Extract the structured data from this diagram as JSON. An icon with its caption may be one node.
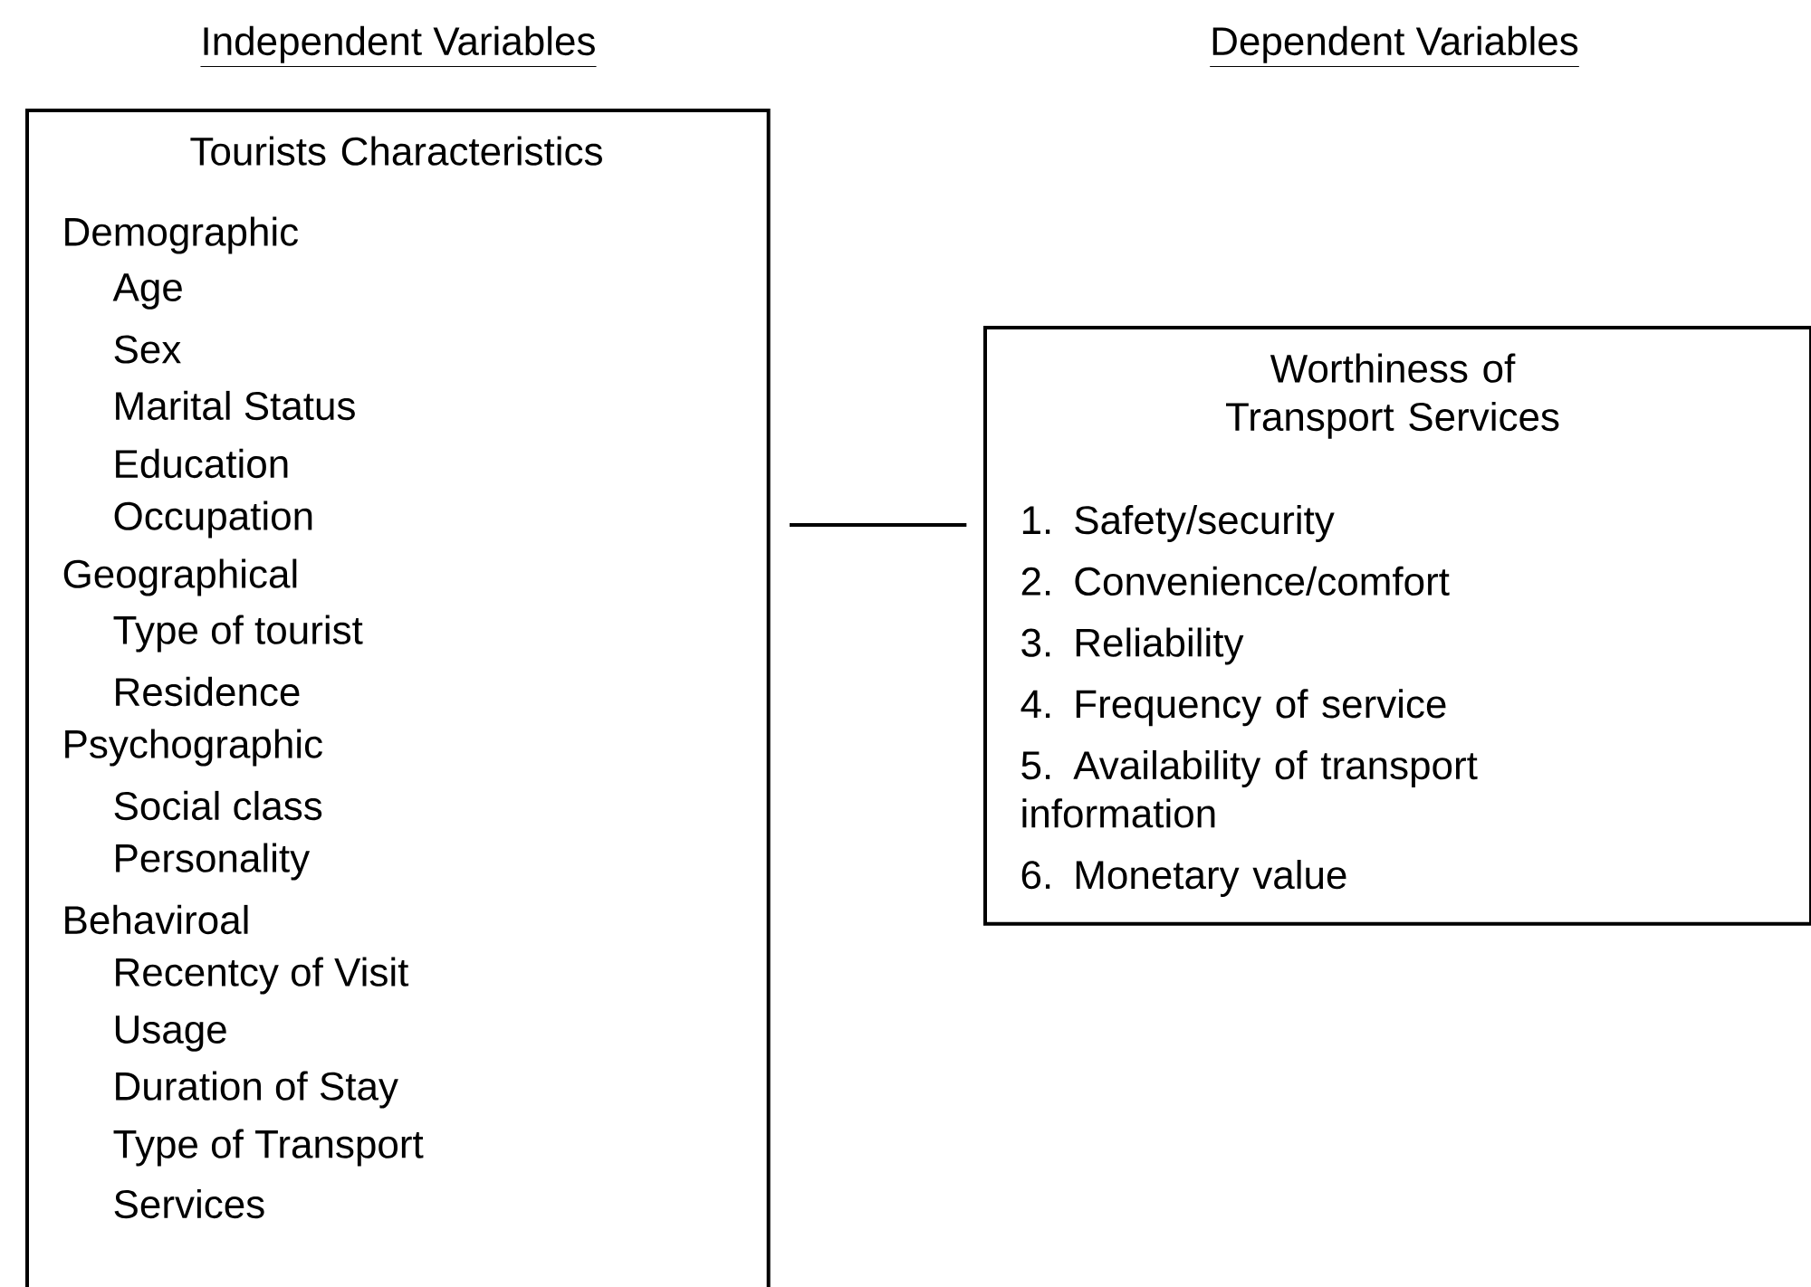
{
  "diagram": {
    "nodes": [
      {
        "text": [
          "Tourists Characteristics",
          "Demographic",
          "Age",
          "Sex",
          "Marital Status",
          "Education",
          "Occupation",
          "Geographical",
          "Type of tourist",
          "Residence",
          "Psychographic",
          "Social class",
          "Personality",
          "Behaviroal",
          "Recentcy of Visit",
          "Usage",
          "Duration of Stay",
          "Type of Transport",
          "Services"
        ]
      },
      {
        "text": [
          "Worthiness of Transport Services",
          "1. Safety/security",
          "2. Convenience/comfort",
          "3. Reliability",
          "4. Frequency of service",
          "5. Availability of transport information",
          "6. Monetary value"
        ]
      }
    ],
    "edges": [
      {
        "from": 0,
        "to": 1,
        "arrow": "none"
      }
    ],
    "labels": [
      "Independent Variables",
      "Dependent Variables"
    ]
  }
}
